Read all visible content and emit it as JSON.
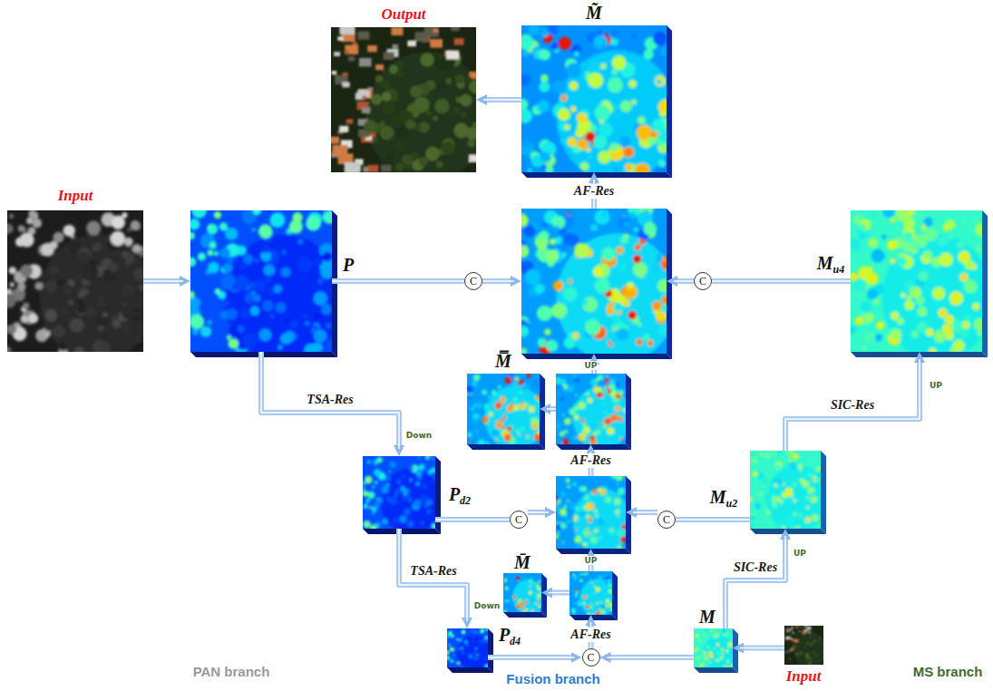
{
  "diagram": {
    "nodes": [
      {
        "text": [
          "Output"
        ]
      },
      {
        "text": [
          "M̃"
        ]
      },
      {
        "text": [
          "Input"
        ]
      },
      {
        "text": [
          "P"
        ]
      },
      {
        "text": [
          "C"
        ]
      },
      {
        "text": [
          "AF-Res"
        ]
      },
      {
        "text": [
          "C"
        ]
      },
      {
        "text": [
          "Mu4"
        ]
      },
      {
        "text": [
          "M̿"
        ]
      },
      {
        "text": [
          "UP"
        ]
      },
      {
        "text": [
          "Pd2"
        ]
      },
      {
        "text": [
          "C"
        ]
      },
      {
        "text": [
          "AF-Res"
        ]
      },
      {
        "text": [
          "C"
        ]
      },
      {
        "text": [
          "Mu2"
        ]
      },
      {
        "text": [
          "M̄"
        ]
      },
      {
        "text": [
          "UP"
        ]
      },
      {
        "text": [
          "Pd4"
        ]
      },
      {
        "text": [
          "C"
        ]
      },
      {
        "text": [
          "M"
        ]
      },
      {
        "text": [
          "Input"
        ]
      }
    ],
    "edges": [
      {
        "from": 2,
        "to": 3,
        "arrow": "to"
      },
      {
        "from": 1,
        "to": 0,
        "arrow": "to"
      },
      {
        "from": 5,
        "to": 1,
        "arrow": "to"
      },
      {
        "from": 3,
        "to": 4,
        "arrow": "none"
      },
      {
        "from": 4,
        "to": 5,
        "arrow": "to"
      },
      {
        "from": 7,
        "to": 6,
        "arrow": "none"
      },
      {
        "from": 6,
        "to": 5,
        "arrow": "to"
      },
      {
        "from": 9,
        "to": 5,
        "arrow": "to"
      },
      {
        "from": 9,
        "to": 8,
        "arrow": "to"
      },
      {
        "from": 12,
        "to": 9,
        "arrow": "to"
      },
      {
        "from": 3,
        "to": 10,
        "label": "TSA-Res",
        "arrow": "to"
      },
      {
        "from": 10,
        "to": 17,
        "label": "TSA-Res",
        "arrow": "to"
      },
      {
        "from": 10,
        "to": 11,
        "arrow": "none"
      },
      {
        "from": 11,
        "to": 12,
        "arrow": "to"
      },
      {
        "from": 14,
        "to": 13,
        "arrow": "none"
      },
      {
        "from": 13,
        "to": 12,
        "arrow": "to"
      },
      {
        "from": 16,
        "to": 12,
        "arrow": "to"
      },
      {
        "from": 16,
        "to": 15,
        "arrow": "to"
      },
      {
        "from": 17,
        "to": 18,
        "arrow": "to"
      },
      {
        "from": 19,
        "to": 18,
        "arrow": "to"
      },
      {
        "from": 18,
        "to": 16,
        "label": "AF-Res",
        "arrow": "to"
      },
      {
        "from": 20,
        "to": 19,
        "arrow": "to"
      },
      {
        "from": 19,
        "to": 14,
        "label": "SIC-Res",
        "arrow": "to"
      },
      {
        "from": 14,
        "to": 7,
        "label": "SIC-Res",
        "arrow": "to"
      }
    ],
    "labels": [
      "Down",
      "Down",
      "UP",
      "UP",
      "PAN branch",
      "Fusion branch",
      "MS branch"
    ]
  }
}
